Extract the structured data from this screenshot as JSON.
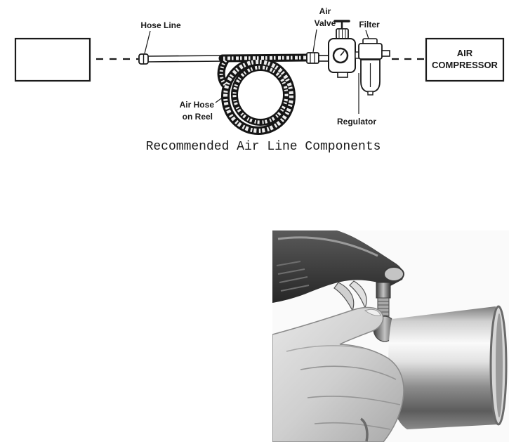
{
  "diagram": {
    "hose_line_label": "Hose Line",
    "air_valve_label": [
      "Air",
      "Valve"
    ],
    "filter_label": "Filter",
    "compressor_label": [
      "AIR",
      "COMPRESSOR"
    ],
    "air_hose_label": [
      "Air Hose",
      "on Reel"
    ],
    "regulator_label": "Regulator",
    "caption": "Recommended Air Line Components"
  },
  "colors": {
    "ink": "#1a1a1a",
    "background": "#ffffff"
  }
}
